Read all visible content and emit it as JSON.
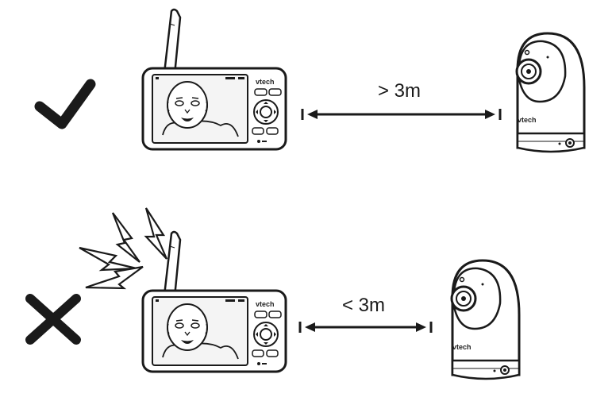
{
  "brand_name": "vtech",
  "rows": [
    {
      "status": "correct",
      "status_icon": "checkmark-icon",
      "distance_label": "> 3m",
      "interference": false
    },
    {
      "status": "incorrect",
      "status_icon": "cross-icon",
      "distance_label": "< 3m",
      "interference": true
    }
  ],
  "colors": {
    "ink": "#1a1a1a",
    "screen": "#f4f4f4"
  }
}
